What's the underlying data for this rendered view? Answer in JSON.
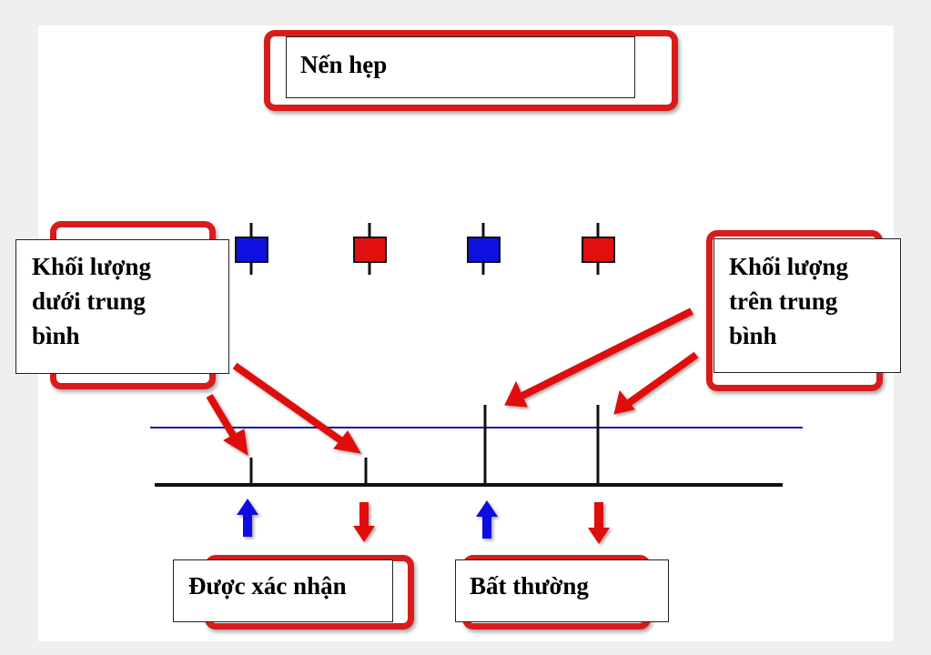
{
  "title": "Nến hẹp",
  "left_label": [
    "Khối lượng",
    "dưới trung",
    "bình"
  ],
  "right_label": [
    "Khối lượng",
    "trên trung",
    "bình"
  ],
  "bottom_left_label": "Được xác nhận",
  "bottom_right_label": "Bất thường",
  "colors": {
    "red": "#d81c1c",
    "blue": "#1010e0",
    "average_line": "#1a1aa0"
  },
  "candles": [
    "blue",
    "red",
    "blue",
    "red"
  ],
  "volume_bars": [
    "below-average",
    "below-average",
    "above-average",
    "above-average"
  ],
  "signals": [
    "up",
    "down",
    "up",
    "down"
  ]
}
